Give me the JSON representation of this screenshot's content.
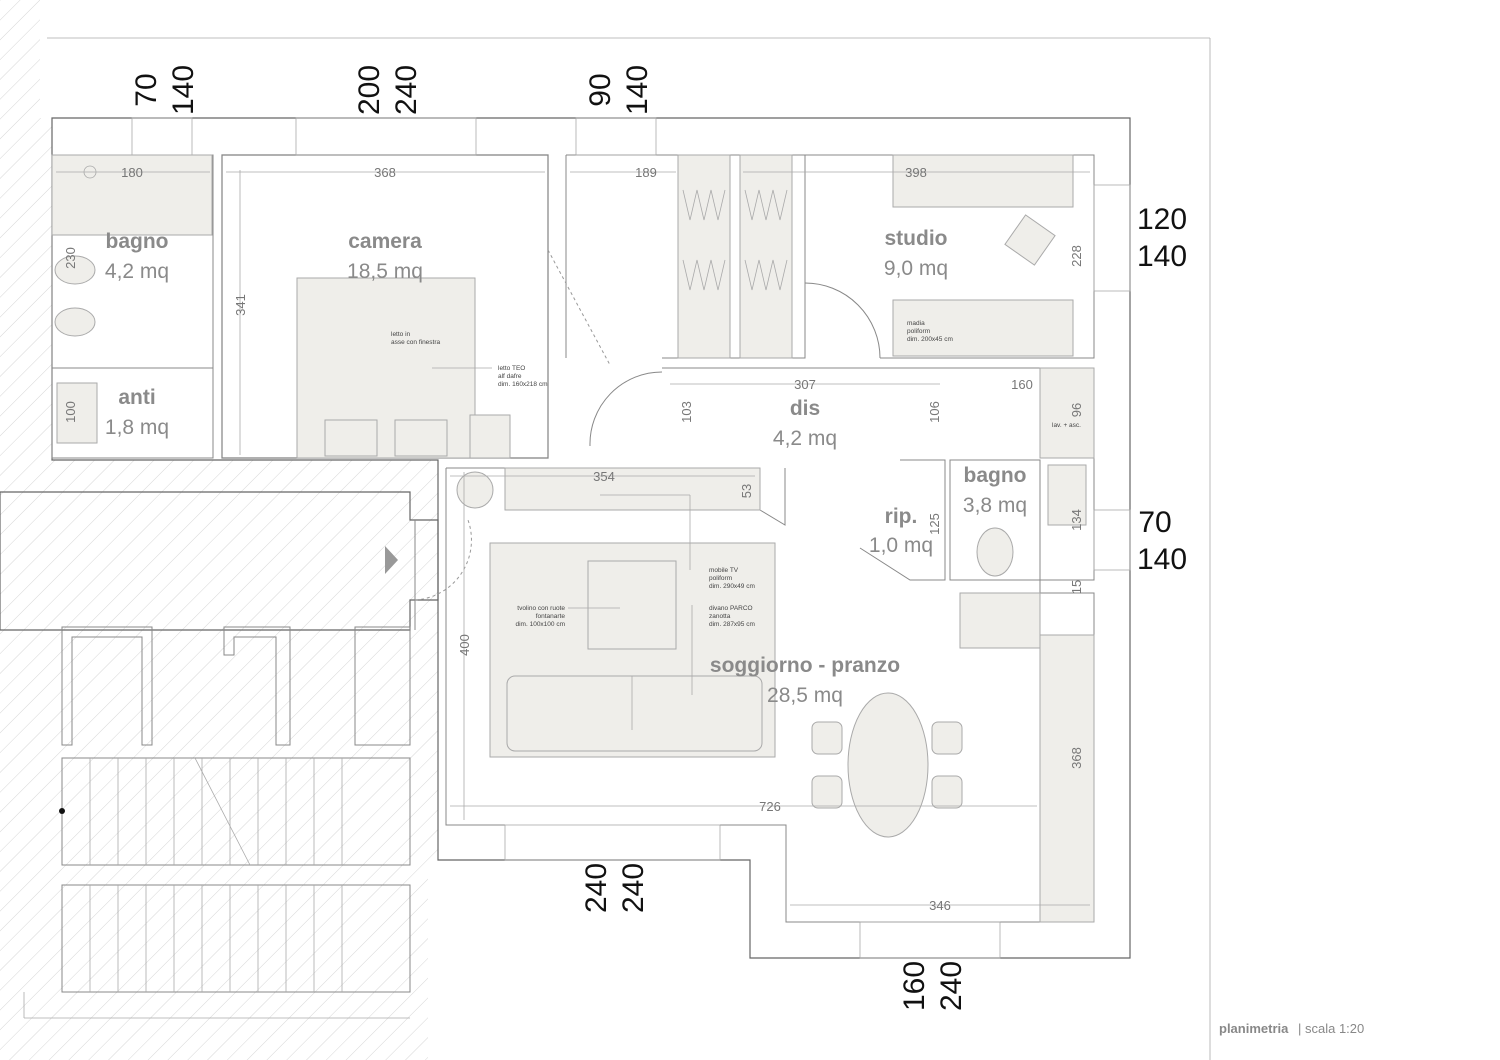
{
  "rooms": {
    "bagno1": {
      "name": "bagno",
      "area": "4,2 mq"
    },
    "camera": {
      "name": "camera",
      "area": "18,5 mq"
    },
    "studio": {
      "name": "studio",
      "area": "9,0 mq"
    },
    "anti": {
      "name": "anti",
      "area": "1,8 mq"
    },
    "dis": {
      "name": "dis",
      "area": "4,2 mq"
    },
    "bagno2": {
      "name": "bagno",
      "area": "3,8 mq"
    },
    "rip": {
      "name": "rip.",
      "area": "1,0 mq"
    },
    "soggiorno": {
      "name": "soggiorno - pranzo",
      "area": "28,5 mq"
    }
  },
  "window_dims": {
    "w1": [
      "70",
      "140"
    ],
    "w2": [
      "200",
      "240"
    ],
    "w3": [
      "90",
      "140"
    ],
    "w4": [
      "120",
      "140"
    ],
    "w5": [
      "70",
      "140"
    ],
    "w6": [
      "240",
      "240"
    ],
    "w7": [
      "160",
      "240"
    ]
  },
  "inner_dims": {
    "d180": "180",
    "d368a": "368",
    "d189": "189",
    "d398": "398",
    "d230": "230",
    "d341": "341",
    "d100": "100",
    "d228": "228",
    "d307": "307",
    "d160": "160",
    "d103": "103",
    "d106": "106",
    "d96": "96",
    "d354": "354",
    "d53": "53",
    "d125": "125",
    "d134": "134",
    "d15": "15",
    "d400": "400",
    "d368b": "368",
    "d726": "726",
    "d346": "346"
  },
  "notes": {
    "bed_axis": [
      "letto in",
      "asse con finestra"
    ],
    "bed": [
      "letto TEO",
      "alf dafre",
      "dim. 160x218 cm"
    ],
    "madia": [
      "madia",
      "poliform",
      "dim. 200x45 cm"
    ],
    "lav": [
      "lav. + asc."
    ],
    "tv": [
      "mobile TV",
      "poliform",
      "dim. 290x49 cm"
    ],
    "table": [
      "tvolino con ruote",
      "fontanarte",
      "dim. 100x100 cm"
    ],
    "sofa": [
      "divano PARCO",
      "zanotta",
      "dim. 287x95 cm"
    ]
  },
  "title": {
    "main": "planimetria",
    "scale": "| scala 1:20"
  }
}
